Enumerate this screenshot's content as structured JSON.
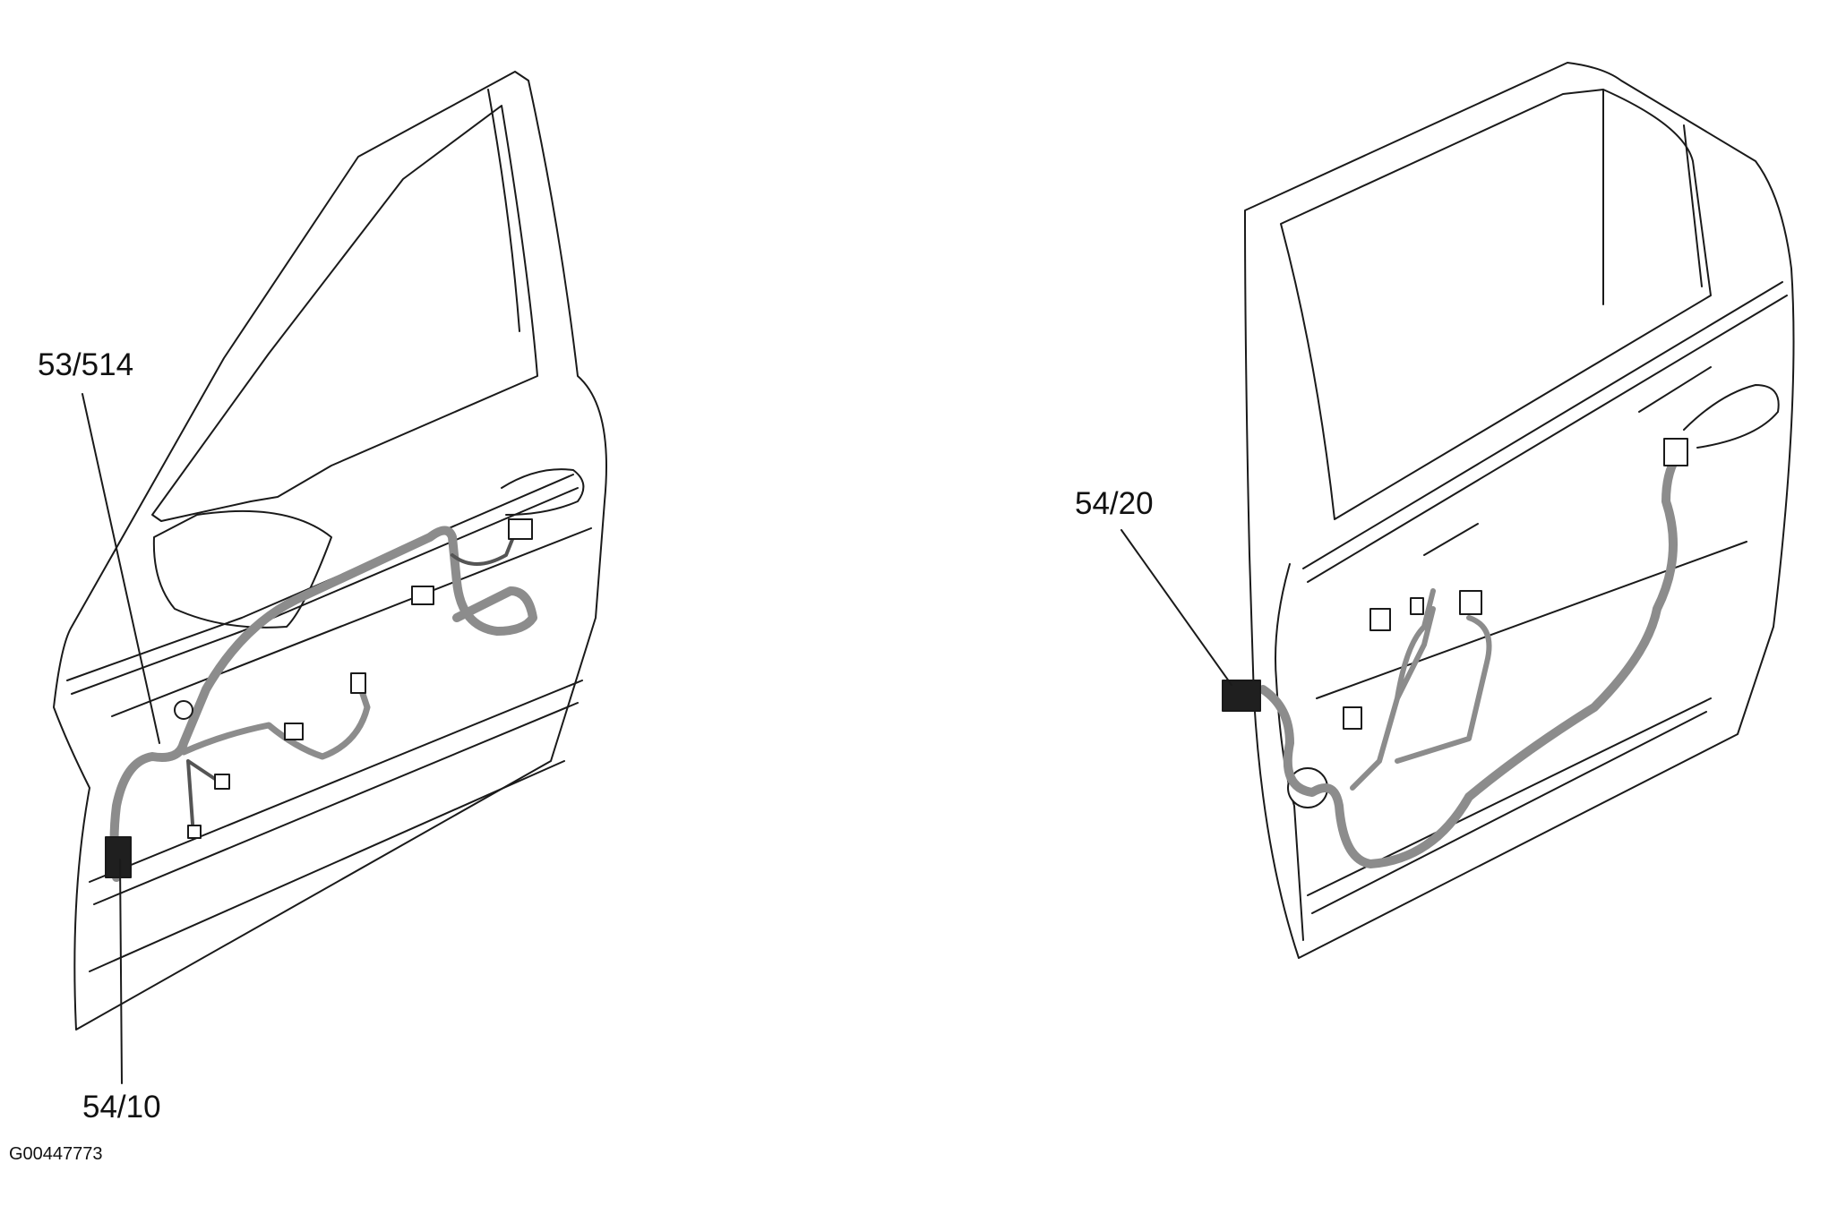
{
  "labels": {
    "front_upper": "53/514",
    "front_lower": "54/10",
    "rear": "54/20",
    "figure_id": "G00447773"
  },
  "colors": {
    "line": "#1a1a1a",
    "harness": "#8c8c8c",
    "connector": "#1f1f1f",
    "background": "#ffffff"
  }
}
